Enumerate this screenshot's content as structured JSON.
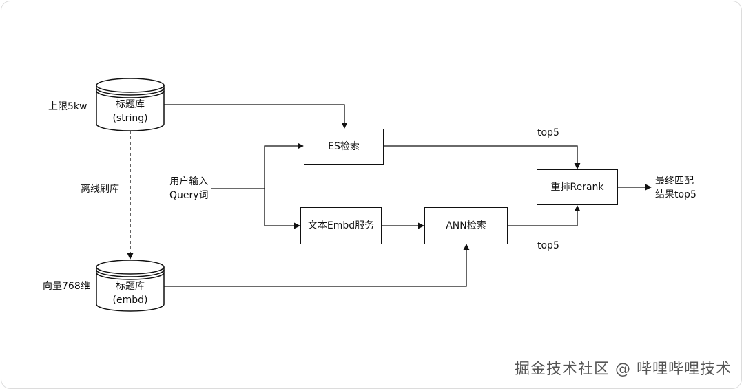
{
  "nodes": {
    "title_db_string": {
      "line1": "标题库",
      "line2": "(string)"
    },
    "title_db_embd": {
      "line1": "标题库",
      "line2": "(embd)"
    },
    "es_search": "ES检索",
    "text_embd_service": "文本Embd服务",
    "ann_search": "ANN检索",
    "rerank": "重排Rerank"
  },
  "labels": {
    "limit": "上限5kw",
    "offline_refresh": "离线刷库",
    "vector_dim": "向量768维",
    "user_input_line1": "用户输入",
    "user_input_line2": "Query词",
    "top5_es": "top5",
    "top5_ann": "top5",
    "final_line1": "最终匹配",
    "final_line2": "结果top5"
  },
  "watermark": "掘金技术社区 @ 哔哩哔哩技术"
}
